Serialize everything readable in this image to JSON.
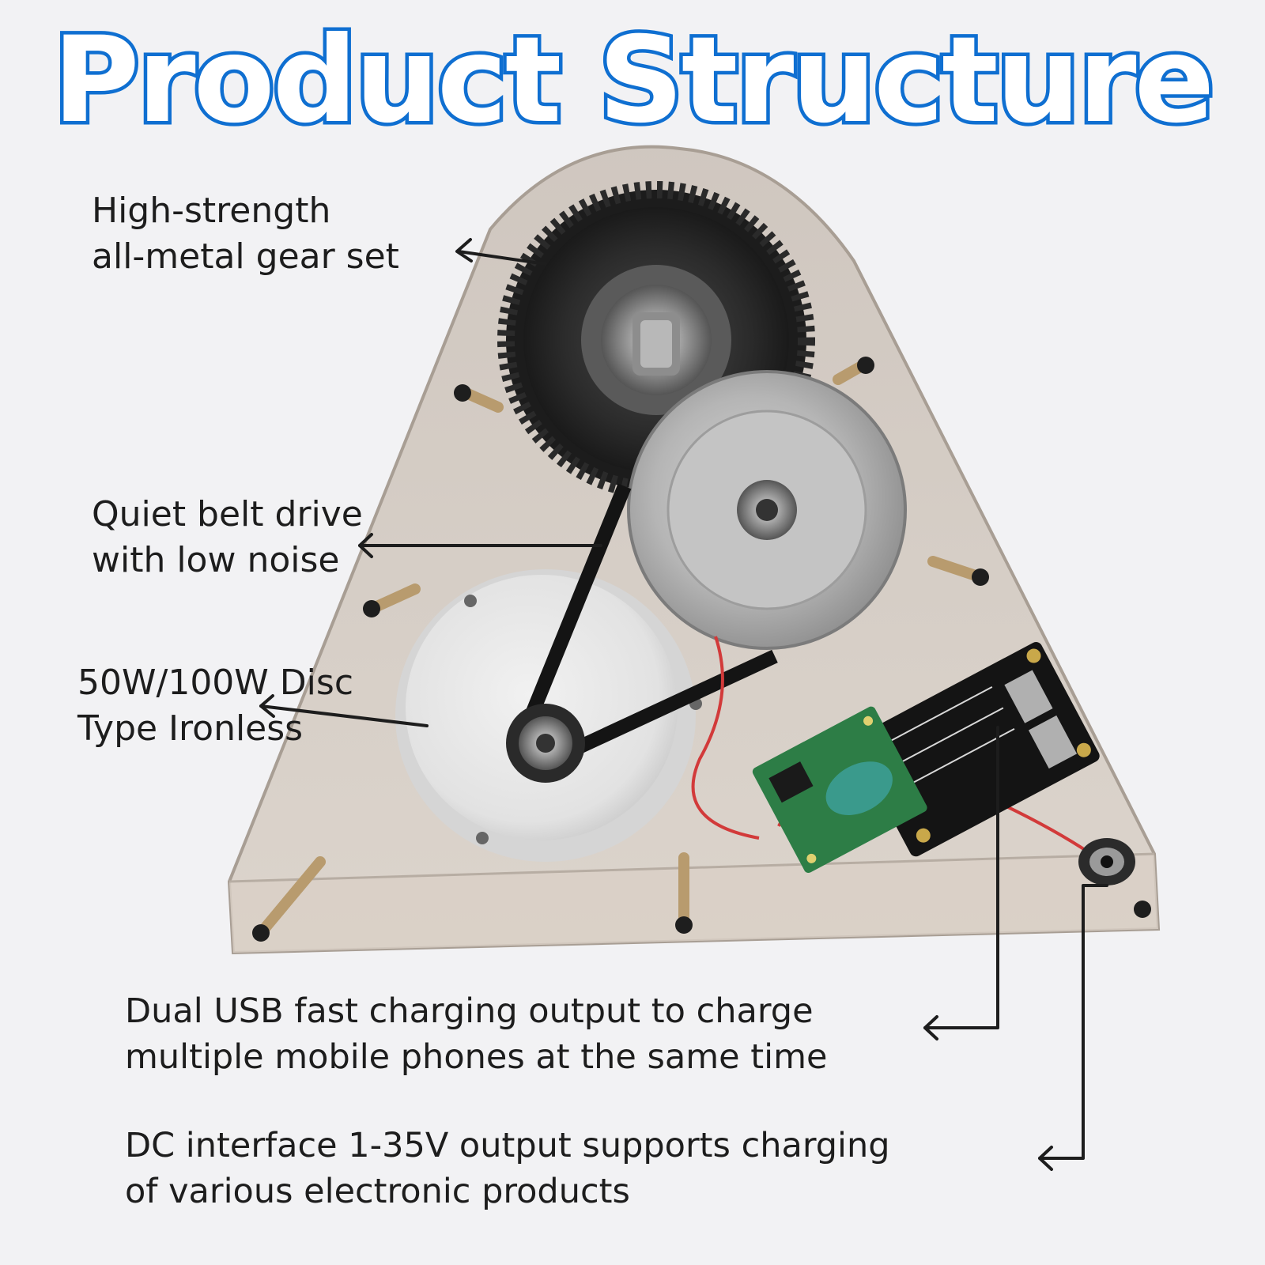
{
  "title": "Product Structure",
  "colors": {
    "title_fill": "#ffffff",
    "title_outline": "#0f6fd1",
    "background": "#f2f2f4",
    "text": "#1d1d1d"
  },
  "callouts": {
    "gear_set": {
      "line1": "High-strength",
      "line2": "all-metal gear set"
    },
    "belt_drive": {
      "line1": "Quiet belt drive",
      "line2": "with low noise"
    },
    "motor": {
      "line1": "50W/100W Disc",
      "line2": "Type Ironless"
    },
    "usb_output": {
      "line1": "Dual USB fast charging output to charge",
      "line2": "multiple mobile phones at the same time"
    },
    "dc_output": {
      "line1": "DC interface 1-35V output supports charging",
      "line2": "of various electronic products"
    }
  }
}
